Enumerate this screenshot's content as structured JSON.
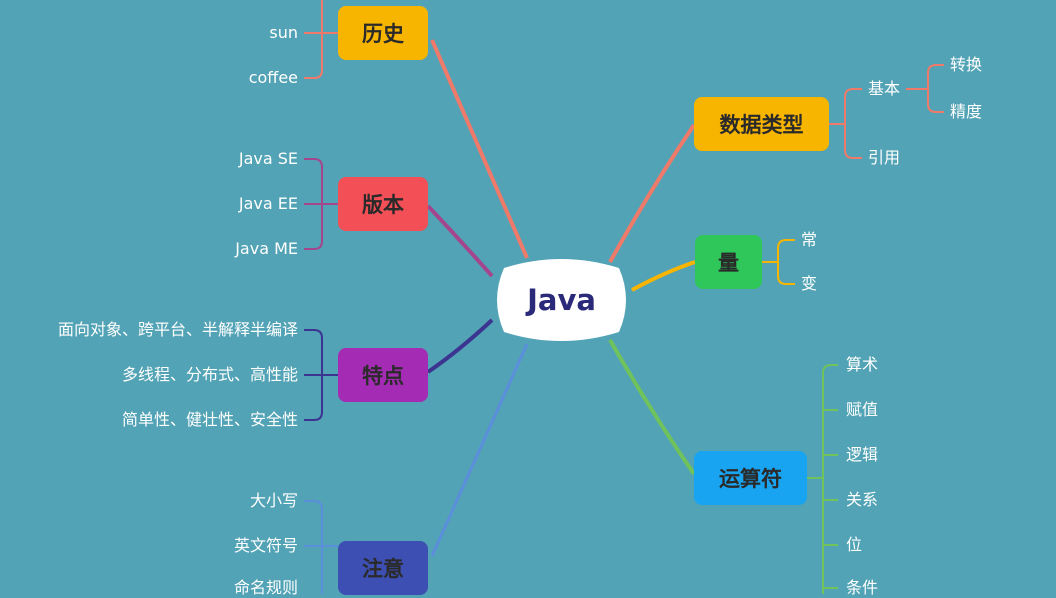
{
  "root": {
    "label": "Java"
  },
  "branches": {
    "history": {
      "label": "历史",
      "color": "#f7b500",
      "line": "#ef7a6a",
      "items": [
        "sun",
        "coffee"
      ]
    },
    "version": {
      "label": "版本",
      "color": "#f24f56",
      "line": "#a4468e",
      "items": [
        "Java SE",
        "Java EE",
        "Java ME"
      ]
    },
    "features": {
      "label": "特点",
      "color": "#a42cb4",
      "line": "#3c3491",
      "items": [
        "面向对象、跨平台、半解释半编译",
        "多线程、分布式、高性能",
        "简单性、健壮性、安全性"
      ]
    },
    "notes": {
      "label": "注意",
      "color": "#3d4fb3",
      "line": "#5b8fdc",
      "items": [
        "大小写",
        "英文符号",
        "命名规则"
      ]
    },
    "datatypes": {
      "label": "数据类型",
      "color": "#f7b500",
      "line": "#ef7a6a",
      "items": [
        "基本",
        "引用"
      ],
      "sub": [
        "转换",
        "精度"
      ]
    },
    "variables": {
      "label": "量",
      "color": "#2fc65a",
      "line": "#f7b500",
      "items": [
        "常",
        "变"
      ]
    },
    "operators": {
      "label": "运算符",
      "color": "#18a4f0",
      "line": "#6fc35a",
      "items": [
        "算术",
        "赋值",
        "逻辑",
        "关系",
        "位",
        "条件"
      ]
    }
  }
}
